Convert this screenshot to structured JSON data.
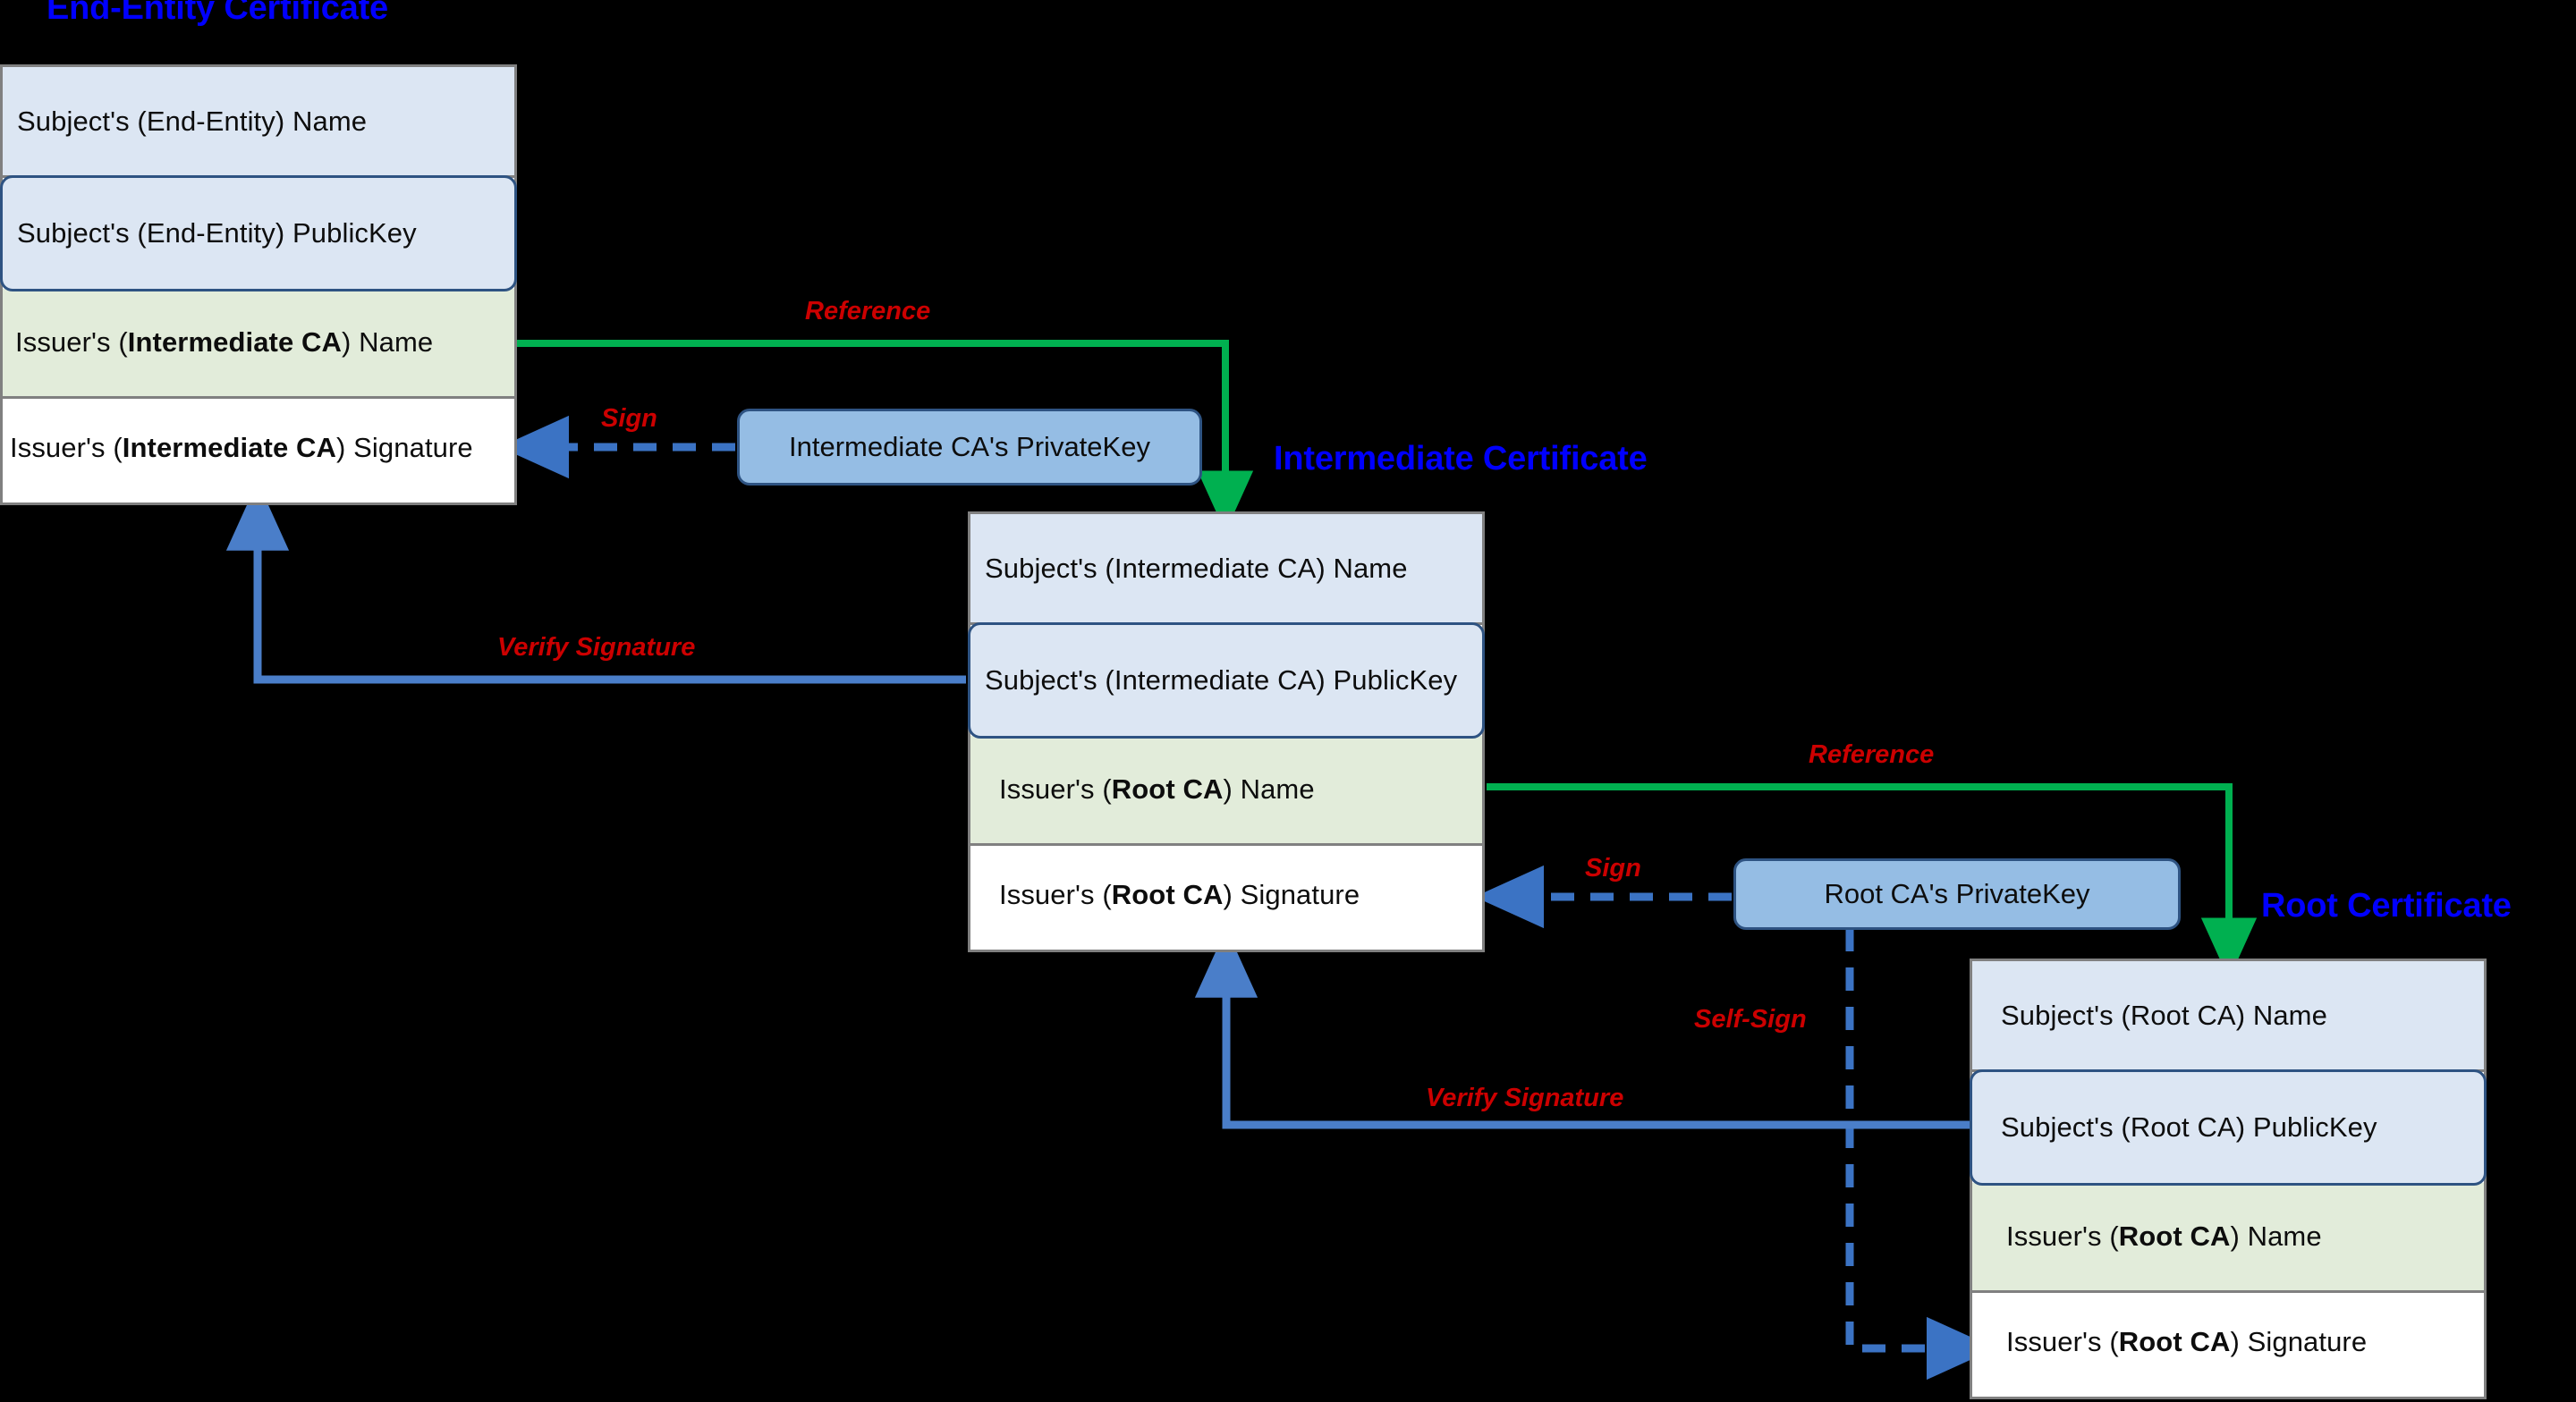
{
  "diagram": {
    "title_color": "#0000ff",
    "label_color": "#cc0000",
    "reference_color": "#00b050",
    "sign_color": "#3b73c4",
    "verify_color": "#4a7ec9"
  },
  "certificates": [
    {
      "id": "end-entity",
      "title": "End-Entity Certificate",
      "rows": [
        {
          "kind": "subject-name",
          "pre": "Subject's (End-Entity) Name",
          "strong": "",
          "post": ""
        },
        {
          "kind": "subject-publickey",
          "pre": "Subject's (End-Entity) PublicKey",
          "strong": "",
          "post": ""
        },
        {
          "kind": "issuer-name",
          "pre": "Issuer's (",
          "strong": "Intermediate CA",
          "post": ") Name"
        },
        {
          "kind": "issuer-signature",
          "pre": "Issuer's (",
          "strong": "Intermediate CA",
          "post": ") Signature"
        }
      ]
    },
    {
      "id": "intermediate",
      "title": "Intermediate Certificate",
      "rows": [
        {
          "kind": "subject-name",
          "pre": "Subject's (Intermediate CA) Name",
          "strong": "",
          "post": ""
        },
        {
          "kind": "subject-publickey",
          "pre": "Subject's (Intermediate CA) PublicKey",
          "strong": "",
          "post": ""
        },
        {
          "kind": "issuer-name",
          "pre": "Issuer's (",
          "strong": "Root CA",
          "post": ") Name"
        },
        {
          "kind": "issuer-signature",
          "pre": "Issuer's (",
          "strong": "Root CA",
          "post": ") Signature"
        }
      ]
    },
    {
      "id": "root",
      "title": "Root Certificate",
      "rows": [
        {
          "kind": "subject-name",
          "pre": "Subject's (Root CA) Name",
          "strong": "",
          "post": ""
        },
        {
          "kind": "subject-publickey",
          "pre": "Subject's (Root CA) PublicKey",
          "strong": "",
          "post": ""
        },
        {
          "kind": "issuer-name",
          "pre": "Issuer's (",
          "strong": "Root CA",
          "post": ") Name"
        },
        {
          "kind": "issuer-signature",
          "pre": "Issuer's (",
          "strong": "Root CA",
          "post": ") Signature"
        }
      ]
    }
  ],
  "private_keys": [
    {
      "id": "intermediate-ca-privatekey",
      "label": "Intermediate CA's PrivateKey"
    },
    {
      "id": "root-ca-privatekey",
      "label": "Root CA's PrivateKey"
    }
  ],
  "edges": [
    {
      "id": "reference-1",
      "label": "Reference",
      "type": "reference",
      "color": "#00b050"
    },
    {
      "id": "sign-1",
      "label": "Sign",
      "type": "sign",
      "color": "#3b73c4"
    },
    {
      "id": "verify-signature-1",
      "label": "Verify Signature",
      "type": "verify",
      "color": "#4a7ec9"
    },
    {
      "id": "reference-2",
      "label": "Reference",
      "type": "reference",
      "color": "#00b050"
    },
    {
      "id": "sign-2",
      "label": "Sign",
      "type": "sign",
      "color": "#3b73c4"
    },
    {
      "id": "self-sign",
      "label": "Self-Sign",
      "type": "sign",
      "color": "#3b73c4"
    },
    {
      "id": "verify-signature-2",
      "label": "Verify Signature",
      "type": "verify",
      "color": "#4a7ec9"
    }
  ]
}
